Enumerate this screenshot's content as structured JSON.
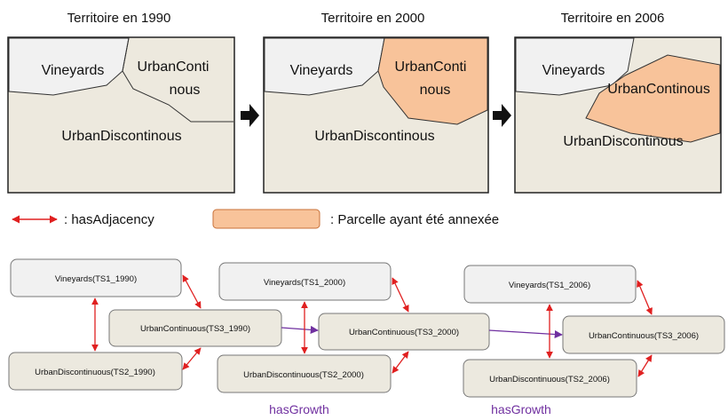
{
  "maps": {
    "1990": {
      "title": "Territoire en 1990",
      "vineyards": "Vineyards",
      "urban_cont_line1": "UrbanConti",
      "urban_cont_line2": "nous",
      "urban_disc": "UrbanDiscontinous"
    },
    "2000": {
      "title": "Territoire en 2000",
      "vineyards": "Vineyards",
      "urban_cont_line1": "UrbanConti",
      "urban_cont_line2": "nous",
      "urban_disc": "UrbanDiscontinous"
    },
    "2006": {
      "title": "Territoire en 2006",
      "vineyards": "Vineyards",
      "urban_cont": "UrbanContinous",
      "urban_disc": "UrbanDiscontinous"
    }
  },
  "legend": {
    "adjacency": ": hasAdjacency",
    "annexed": ": Parcelle ayant été annexée"
  },
  "graph": {
    "g1990": {
      "vineyards": "Vineyards(TS1_1990)",
      "urban_cont": "UrbanContinuous(TS3_1990)",
      "urban_disc": "UrbanDiscontinuous(TS2_1990)"
    },
    "g2000": {
      "vineyards": "Vineyards(TS1_2000)",
      "urban_cont": "UrbanContinuous(TS3_2000)",
      "urban_disc": "UrbanDiscontinuous(TS2_2000)"
    },
    "g2006": {
      "vineyards": "Vineyards(TS1_2006)",
      "urban_cont": "UrbanContinuous(TS3_2006)",
      "urban_disc": "UrbanDiscontinuous(TS2_2006)"
    },
    "growth_label_1": "hasGrowth",
    "growth_label_2": "hasGrowth"
  },
  "colors": {
    "background_land": "#ede9de",
    "vineyard_fill": "#f1f1f1",
    "annexed_fill": "#f8c39a",
    "node_fill": "#ece9df",
    "node_fill_light": "#f1f1f1",
    "adjacency_arrow": "#e02020",
    "growth_arrow": "#7030a0"
  }
}
